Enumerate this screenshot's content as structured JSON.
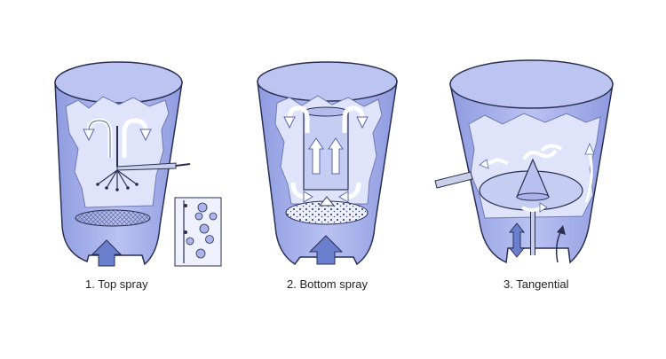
{
  "captions": {
    "top_spray": "1. Top spray",
    "bottom_spray": "2. Bottom spray",
    "tangential": "3. Tangential"
  },
  "colors": {
    "vessel_fill": "#a9b4ea",
    "vessel_inner": "#bcc5f1",
    "cutaway": "#dfe4fb",
    "outline": "#2a2f52",
    "arrow_blue": "#6b7fcf",
    "arrow_white": "#ffffff",
    "background": "#ffffff"
  },
  "icons": {
    "airflow": "arrow-up-icon",
    "nozzle": "spray-nozzle-icon",
    "particle_flow": "curved-arrow-icon"
  }
}
